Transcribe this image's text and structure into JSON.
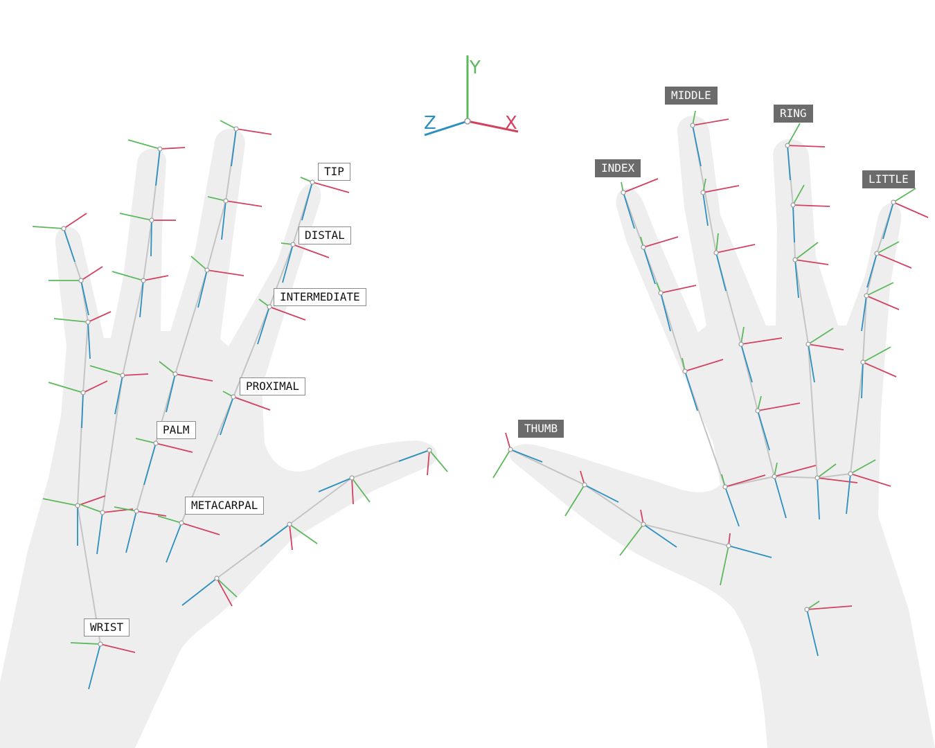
{
  "colors": {
    "x_axis": "#d2415f",
    "y_axis": "#5cb85c",
    "z_axis": "#2b8fbf",
    "hand_fill": "#eeeeee",
    "bone": "#c4c4c4",
    "joint_stroke": "#9a9a9a",
    "light_label_bg": "#ffffff",
    "dark_label_bg": "#6b6b6b"
  },
  "axes_legend": {
    "x": "X",
    "y": "Y",
    "z": "Z"
  },
  "left_hand_labels": {
    "tip": "TIP",
    "distal": "DISTAL",
    "intermediate": "INTERMEDIATE",
    "proximal": "PROXIMAL",
    "palm": "PALM",
    "metacarpal": "METACARPAL",
    "wrist": "WRIST"
  },
  "right_hand_labels": {
    "thumb": "THUMB",
    "index": "INDEX",
    "middle": "MIDDLE",
    "ring": "RING",
    "little": "LITTLE"
  }
}
